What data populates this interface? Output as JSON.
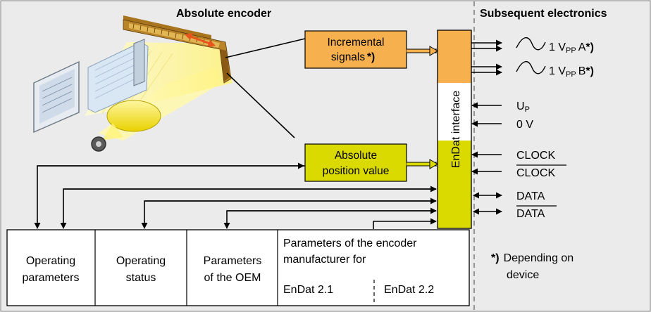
{
  "titles": {
    "absolute_encoder": "Absolute encoder",
    "subsequent_electronics": "Subsequent electronics"
  },
  "blocks": {
    "incremental_line1": "Incremental",
    "incremental_line2": "signals",
    "incremental_mark": "*)",
    "absolute_line1": "Absolute",
    "absolute_line2": "position value",
    "interface_label": "EnDat interface"
  },
  "signals": {
    "a_prefix": "1 V",
    "a_sub": "PP",
    "a_name": "A",
    "a_mark": "*)",
    "b_prefix": "1 V",
    "b_sub": "PP",
    "b_name": "B",
    "b_mark": "*)",
    "up_main": "U",
    "up_sub": "P",
    "zero_v": "0 V",
    "clock": "CLOCK",
    "clock_inv": "CLOCK",
    "data": "DATA",
    "data_inv": "DATA"
  },
  "table": {
    "op_params_1": "Operating",
    "op_params_2": "parameters",
    "op_status_1": "Operating",
    "op_status_2": "status",
    "oem_1": "Parameters",
    "oem_2": "of the OEM",
    "mfr_1": "Parameters of the encoder",
    "mfr_2": "manufacturer for",
    "endat21": "EnDat 2.1",
    "endat22": "EnDat 2.2"
  },
  "footnote": {
    "mark": "*)",
    "line1": "Depending on",
    "line2": "device"
  },
  "colors": {
    "background": "#ebebeb",
    "incremental_orange": "#f7b04e",
    "absolute_yellow": "#dada00",
    "interface_orange": "#f7b04e",
    "interface_white": "#ffffff",
    "interface_yellow": "#dada00",
    "arrow_red": "#e8541d"
  }
}
